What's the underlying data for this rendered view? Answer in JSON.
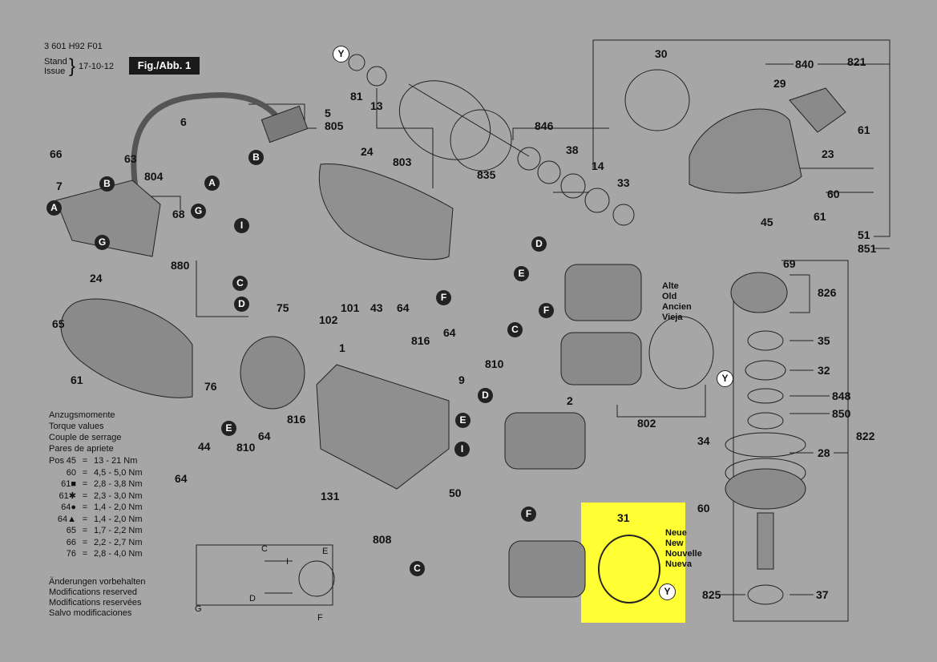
{
  "header": {
    "doc_number": "3 601 H92 F01",
    "stand_label": "Stand",
    "issue_label": "Issue",
    "date": "17-10-12",
    "figure_label": "Fig./Abb. 1"
  },
  "part_labels": {
    "p5": "5",
    "p805": "805",
    "p6": "6",
    "p66": "66",
    "p63": "63",
    "p7": "7",
    "p804": "804",
    "p68": "68",
    "p880": "880",
    "p24a": "24",
    "p24b": "24",
    "p65": "65",
    "p61a": "61",
    "p76": "76",
    "p75": "75",
    "p101": "101",
    "p102": "102",
    "p43": "43",
    "p64a": "64",
    "p816a": "816",
    "p64b": "64",
    "p810a": "810",
    "p9": "9",
    "p1": "1",
    "p2": "2",
    "p44": "44",
    "p810b": "810",
    "p64c": "64",
    "p816b": "816",
    "p64d": "64",
    "p131": "131",
    "p50": "50",
    "p808": "808",
    "p81": "81",
    "p13": "13",
    "p803": "803",
    "p835": "835",
    "p846": "846",
    "p38": "38",
    "p14": "14",
    "p33": "33",
    "p30": "30",
    "p840": "840",
    "p821": "821",
    "p29": "29",
    "p61b": "61",
    "p23": "23",
    "p60a": "60",
    "p61c": "61",
    "p45": "45",
    "p51": "51",
    "p851": "851",
    "p69": "69",
    "p826": "826",
    "p35": "35",
    "p32": "32",
    "p848": "848",
    "p850": "850",
    "p34": "34",
    "p822": "822",
    "p28": "28",
    "p60b": "60",
    "p825": "825",
    "p37": "37",
    "p802": "802",
    "p31": "31"
  },
  "markers": {
    "Y": "Y",
    "A": "A",
    "B": "B",
    "C": "C",
    "D": "D",
    "E": "E",
    "F": "F",
    "G": "G",
    "I": "I"
  },
  "old_labels": [
    "Alte",
    "Old",
    "Ancien",
    "Vieja"
  ],
  "new_labels": [
    "Neue",
    "New",
    "Nouvelle",
    "Nueva"
  ],
  "torque": {
    "title": [
      "Anzugsmomente",
      "Torque values",
      "Couple de serrage",
      "Pares de apriete"
    ],
    "pos_label": "Pos",
    "rows": [
      {
        "pos": "45",
        "val": "13 - 21 Nm"
      },
      {
        "pos": "60",
        "val": "4,5 - 5,0 Nm"
      },
      {
        "pos": "61■",
        "val": "2,8 - 3,8 Nm"
      },
      {
        "pos": "61✱",
        "val": "2,3 - 3,0 Nm"
      },
      {
        "pos": "64●",
        "val": "1,4 - 2,0 Nm"
      },
      {
        "pos": "64▲",
        "val": "1,4 - 2,0 Nm"
      },
      {
        "pos": "65",
        "val": "1,7 - 2,2 Nm"
      },
      {
        "pos": "66",
        "val": "2,2 - 2,7 Nm"
      },
      {
        "pos": "76",
        "val": "2,8 - 4,0 Nm"
      }
    ]
  },
  "notice": [
    "Änderungen vorbehalten",
    "Modifications reserved",
    "Modifications reservées",
    "Salvo modificaciones"
  ],
  "schematic": {
    "C": "C",
    "D": "D",
    "E": "E",
    "F": "F",
    "G": "G",
    "I": "I"
  },
  "colors": {
    "background": "#a6a6a6",
    "highlight": "#ffff33",
    "ink": "#222222"
  }
}
